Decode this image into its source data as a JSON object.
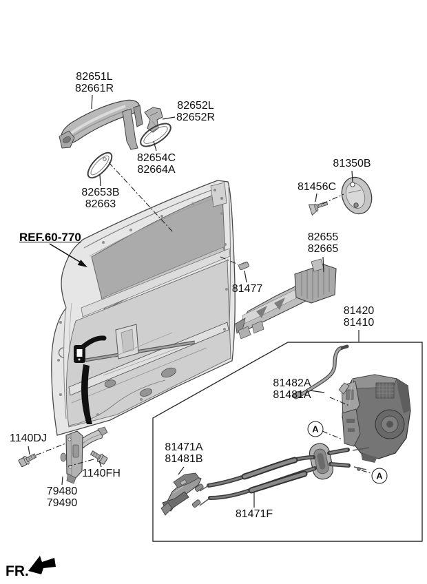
{
  "page": {
    "background": "#ffffff",
    "text_color": "#111111"
  },
  "colors": {
    "outline": "#3f3f3f",
    "part_light": "#d6d6d6",
    "part_mid": "#b2b2b2",
    "part_dark": "#6f6f6f",
    "black_marker": "#111111",
    "leader_line": "#222222"
  },
  "ref": {
    "label": "REF.60-770"
  },
  "direction": {
    "label": "FR."
  },
  "detail_marker": {
    "letter": "A"
  },
  "callouts": {
    "outside_handle": {
      "lines": [
        "82651L",
        "82661R"
      ]
    },
    "handle_cover": {
      "lines": [
        "82652L",
        "82652R"
      ]
    },
    "pad_outer": {
      "lines": [
        "82654C",
        "82664A"
      ]
    },
    "pad_inner": {
      "lines": [
        "82653B",
        "82663"
      ]
    },
    "cylinder_cover": {
      "lines": [
        "81350B"
      ]
    },
    "screw": {
      "lines": [
        "81456C"
      ]
    },
    "handle_base": {
      "lines": [
        "82655",
        "82665"
      ]
    },
    "plug": {
      "lines": [
        "81477"
      ]
    },
    "latch": {
      "lines": [
        "81420",
        "81410"
      ]
    },
    "rod": {
      "lines": [
        "81482A",
        "81481A"
      ]
    },
    "inside_handle": {
      "lines": [
        "81471A",
        "81481B"
      ]
    },
    "cable": {
      "lines": [
        "81471F"
      ]
    },
    "bolt_front": {
      "lines": [
        "1140DJ"
      ]
    },
    "bolt_rear": {
      "lines": [
        "1140FH"
      ]
    },
    "door_checker": {
      "lines": [
        "79480",
        "79490"
      ]
    }
  }
}
